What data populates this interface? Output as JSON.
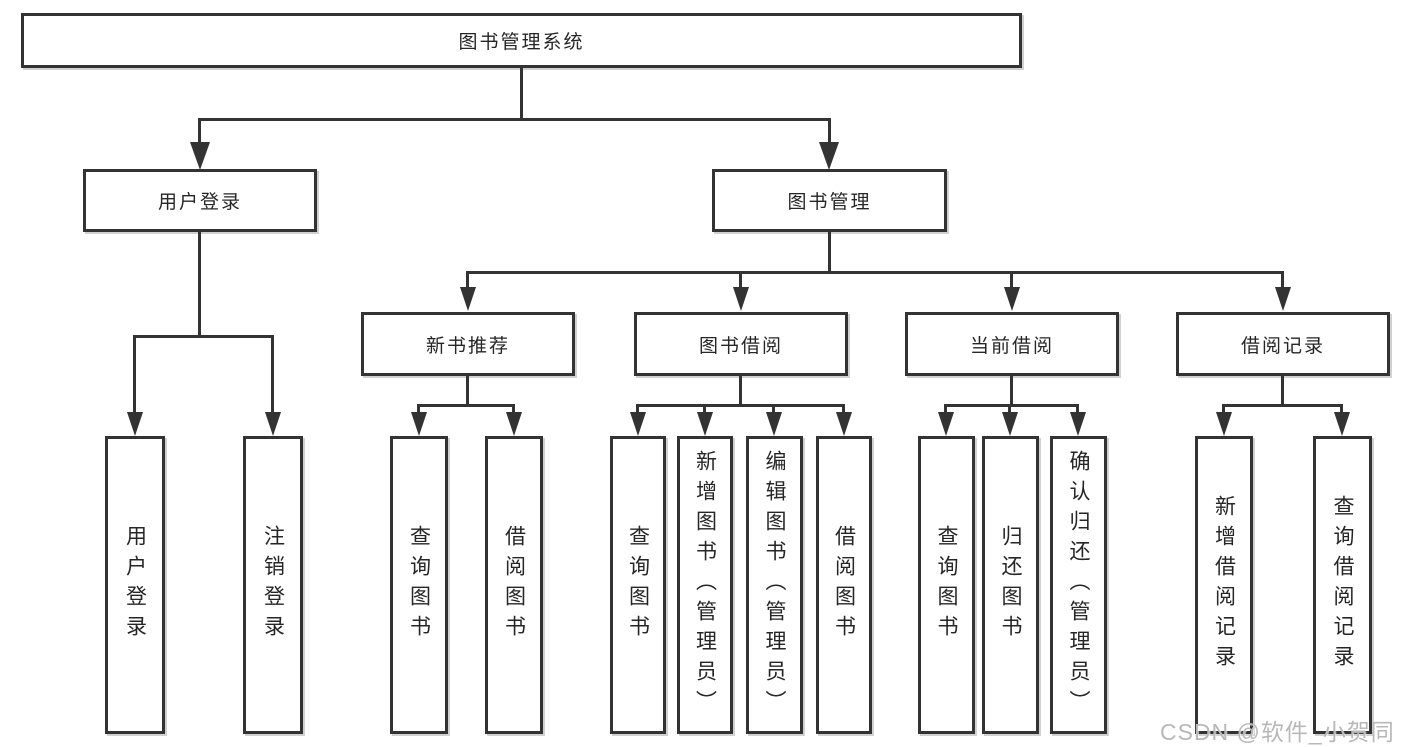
{
  "tree": {
    "label": "图书管理系统",
    "children": [
      {
        "label": "用户登录",
        "children": [
          {
            "label": "用户登录"
          },
          {
            "label": "注销登录"
          }
        ]
      },
      {
        "label": "图书管理",
        "children": [
          {
            "label": "新书推荐",
            "children": [
              {
                "label": "查询图书"
              },
              {
                "label": "借阅图书"
              }
            ]
          },
          {
            "label": "图书借阅",
            "children": [
              {
                "label": "查询图书"
              },
              {
                "label": "新增图书（管理员）"
              },
              {
                "label": "编辑图书（管理员）"
              },
              {
                "label": "借阅图书"
              }
            ]
          },
          {
            "label": "当前借阅",
            "children": [
              {
                "label": "查询图书"
              },
              {
                "label": "归还图书"
              },
              {
                "label": "确认归还（管理员）"
              }
            ]
          },
          {
            "label": "借阅记录",
            "children": [
              {
                "label": "新增借阅记录"
              },
              {
                "label": "查询借阅记录"
              }
            ]
          }
        ]
      }
    ]
  },
  "watermark": "CSDN @软件_小贺同学",
  "colors": {
    "line": "#333333",
    "text": "#262626",
    "watermark": "#b8b8b8"
  }
}
